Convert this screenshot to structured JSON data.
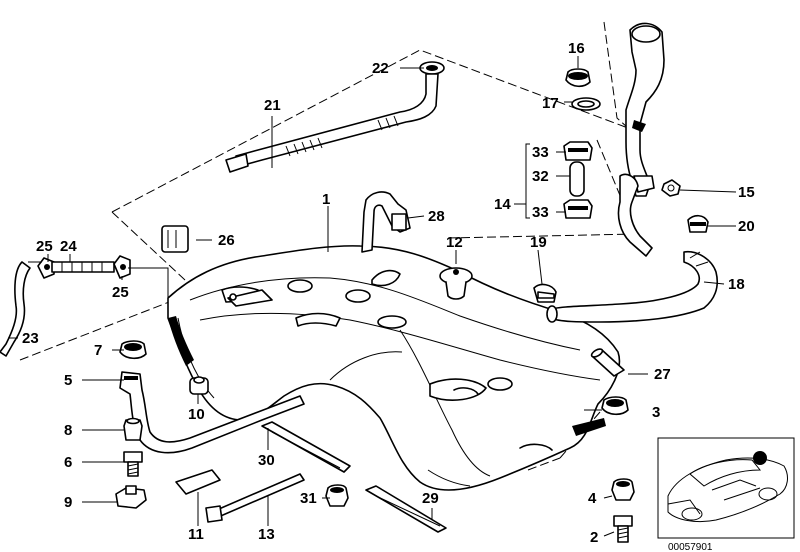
{
  "diagram": {
    "reference_number": "00057901",
    "callouts": {
      "c1": "1",
      "c2": "2",
      "c3": "3",
      "c4": "4",
      "c5": "5",
      "c6": "6",
      "c7": "7",
      "c8": "8",
      "c9": "9",
      "c10": "10",
      "c11": "11",
      "c12": "12",
      "c13": "13",
      "c14": "14",
      "c15": "15",
      "c16": "16",
      "c17": "17",
      "c19": "19",
      "c20": "20",
      "c21": "21",
      "c22": "22",
      "c23": "23",
      "c24": "24",
      "c25a": "25",
      "c25b": "25",
      "c26": "26",
      "c27": "27",
      "c28": "28",
      "c29": "29",
      "c30": "30",
      "c31": "31",
      "c32": "32",
      "c33a": "33",
      "c33b": "33",
      "c18": "18"
    }
  }
}
